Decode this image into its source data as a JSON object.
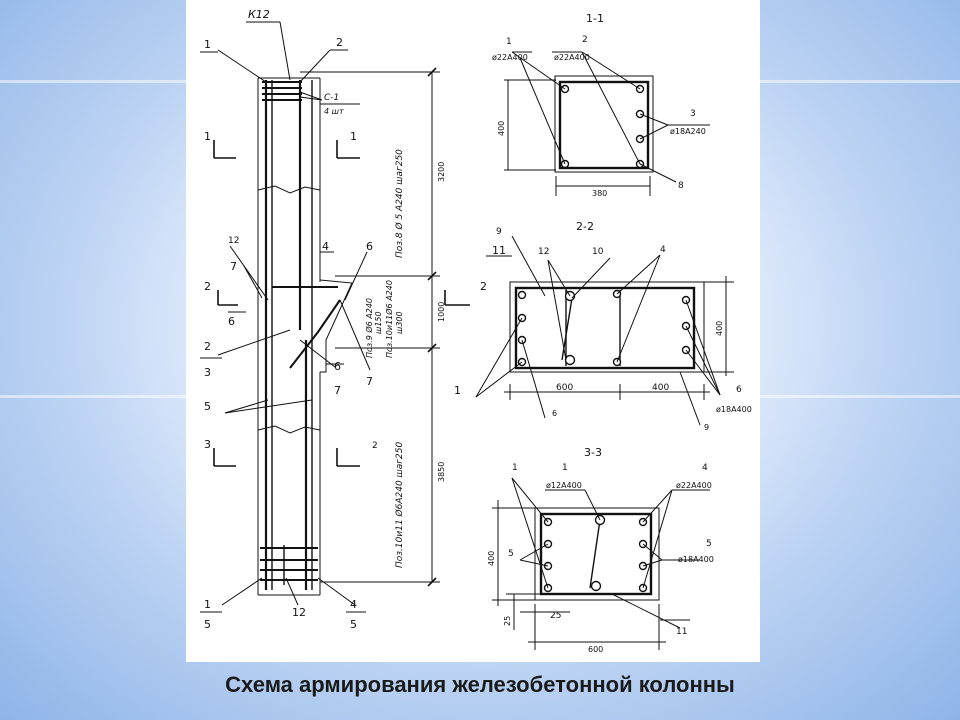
{
  "caption": "Схема армирования железобетонной колонны",
  "elevation": {
    "column_mark": "К12",
    "mark_1": "1",
    "mark_2": "2",
    "mark_4": "4",
    "mark_6": "6",
    "mark_7": "7",
    "mark_12": "12",
    "mark_5": "5",
    "mesh": "С-1",
    "mesh_qty": "4 шт",
    "pos8": "Поз.8 Ø 5 А240 шаг250",
    "pos9": "Поз.9 Ø6 А240",
    "pos9b": "ш150",
    "pos10a": "Поз.10и11Ø6 А240",
    "pos10b": "ш300",
    "pos10_low": "Поз.10и11 Ø6А240 шаг250",
    "dim_top": "3200",
    "dim_mid": "1000",
    "dim_bot": "3850",
    "sec_1": "1",
    "sec_2": "2",
    "sec_3": "3",
    "lbl_2_sub": "3",
    "lbl_6": "6",
    "bottom_1": "1",
    "bottom_1_sub": "5",
    "bottom_12": "12",
    "bottom_4": "4",
    "bottom_4_sub": "5",
    "lbl_5": "5",
    "lbl_6b": "6",
    "lbl_7b": "7",
    "lbl_2m": "2",
    "lbl_7m": "7"
  },
  "section_1": {
    "title": "1-1",
    "p1": "1",
    "p1_bar": "ø22А400",
    "p2": "2",
    "p2_bar": "ø22А400",
    "p3": "3",
    "p3_bar": "ø18А240",
    "p8": "8",
    "width": "380",
    "height": "400"
  },
  "section_2": {
    "title": "2-2",
    "p9": "9",
    "p11": "11",
    "p12": "12",
    "p10": "10",
    "p4": "4",
    "p1": "1",
    "p6": "6",
    "p6r": "6",
    "p6r_bar": "ø18А400",
    "p9b": "9",
    "w1": "600",
    "w2": "400",
    "height": "400"
  },
  "section_3": {
    "title": "3-3",
    "p1a": "1",
    "p1b": "1",
    "p1_bar": "ø12А400",
    "p4": "4",
    "p4_bar": "ø22А400",
    "p5l": "5",
    "p5r": "5",
    "p5_bar": "ø18А400",
    "p11": "11",
    "cover_w": "25",
    "cover_h": "25",
    "width": "600",
    "height": "400"
  }
}
